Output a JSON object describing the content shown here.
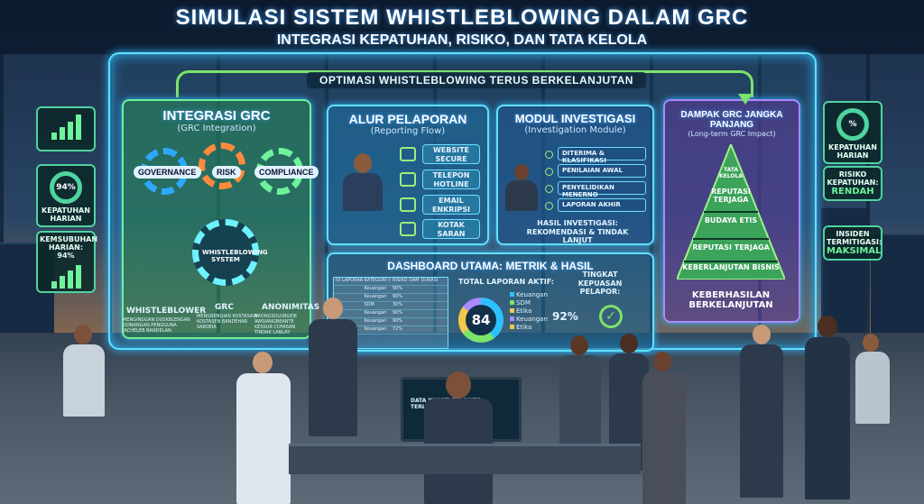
{
  "header": {
    "title": "SIMULASI SISTEM WHISTLEBLOWING DALAM GRC",
    "subtitle": "INTEGRASI KEPATUHAN, RISIKO, DAN TATA KELOLA"
  },
  "loop": {
    "label": "OPTIMASI WHISTLEBLOWING TERUS BERKELANJUTAN"
  },
  "panel_integration": {
    "title": "INTEGRASI GRC",
    "subtitle": "(GRC Integration)",
    "gears": [
      "GOVERNANCE",
      "RISK",
      "COMPLIANCE"
    ],
    "center": "WHISTLEBLOWING SYSTEM",
    "nodes": [
      {
        "label": "WHISTLEBLOWER",
        "desc": "MENGINGGAN DUSKBLENGAN DONANGAN PENGGUNA JACHELEB BANDELAN"
      },
      {
        "label": "GRC",
        "desc": "MENGRENGIAN KOSTASAIN KOSTASEN BANDEHAR SAKOEIA"
      },
      {
        "label": "ANONIMITAS",
        "desc": "ARONGSOLOBGEIE AWSIANGBEANTE KESSUR COYASAN TINDAK LANLAY"
      }
    ]
  },
  "panel_reporting": {
    "title": "ALUR PELAPORAN",
    "subtitle": "(Reporting Flow)",
    "channels": [
      "WEBSITE SECURE",
      "TELEPON HOTLINE",
      "EMAIL ENKRIPSI",
      "KOTAK SARAN"
    ]
  },
  "panel_investigation": {
    "title": "MODUL INVESTIGASI",
    "subtitle": "(Investigation Module)",
    "steps": [
      "DITERIMA & KLASIFIKASI",
      "PENILAIAN AWAL",
      "PENYELIDIKAN MENERNO",
      "LAPORAN AKHIR"
    ],
    "result": "HASIL INVESTIGASI: REKOMENDASI & TINDAK LANJUT"
  },
  "panel_impact": {
    "title": "DAMPAK GRC JANGKA PANJANG",
    "subtitle": "(Long-term GRC Impact)",
    "pyramid": [
      "TATA KELOLA",
      "REPUTASI TERJAGA",
      "BUDAYA ETIS",
      "REPUTASI TERJAGA",
      "KEBERLANJUTAN BISNIS"
    ],
    "footer": "KEBERHASILAN BERKELANJUTAN"
  },
  "dashboard": {
    "title": "DASHBOARD UTAMA: METRIK & HASIL",
    "table_headers": [
      "ID LAPORAN",
      "KATEGORI (FOKUS GRC)",
      "RISIKO DAMPAK",
      "DURASI"
    ],
    "table_rows": [
      [
        "",
        "Keuangan",
        "90%",
        ""
      ],
      [
        "",
        "Keuangan",
        "90%",
        ""
      ],
      [
        "",
        "SDM",
        "30%",
        ""
      ],
      [
        "",
        "Keuangan",
        "90%",
        ""
      ],
      [
        "",
        "Keuangan",
        "90%",
        ""
      ],
      [
        "",
        "Keuangan",
        "72%",
        ""
      ]
    ],
    "total_label": "TOTAL LAPORAN AKTIF:",
    "total_value": "84",
    "legend": [
      "Keuangan",
      "SDM",
      "Etika",
      "Keuangan",
      "Etika"
    ],
    "legend_colors": [
      "#2ec1ff",
      "#7be36a",
      "#f2c94c",
      "#a98bff",
      "#f2c94c"
    ],
    "satisfaction_label": "TINGKAT KEPUASAN PELAPOR:",
    "satisfaction_value": "92%"
  },
  "left_cards": [
    {
      "value": "94%",
      "label": "KEPATUHAN HARIAN"
    },
    {
      "label": "KEMSUBUHAN HARIAN: 94%"
    }
  ],
  "right_cards": [
    {
      "value": "%",
      "label": "KEPATUHAN HARIAN"
    },
    {
      "label": "RISIKO KEPATUHAN:",
      "value": "RENDAH"
    },
    {
      "label": "INSIDEN TERMITIGASI:",
      "value": "MAKSIMAL"
    }
  ],
  "monitor_text": "DATA WHISTLEBLOWER TERLINDUNGI",
  "colors": {
    "holo": "#5fe2ff",
    "green": "#6ef29a",
    "purple": "#a98bff"
  }
}
